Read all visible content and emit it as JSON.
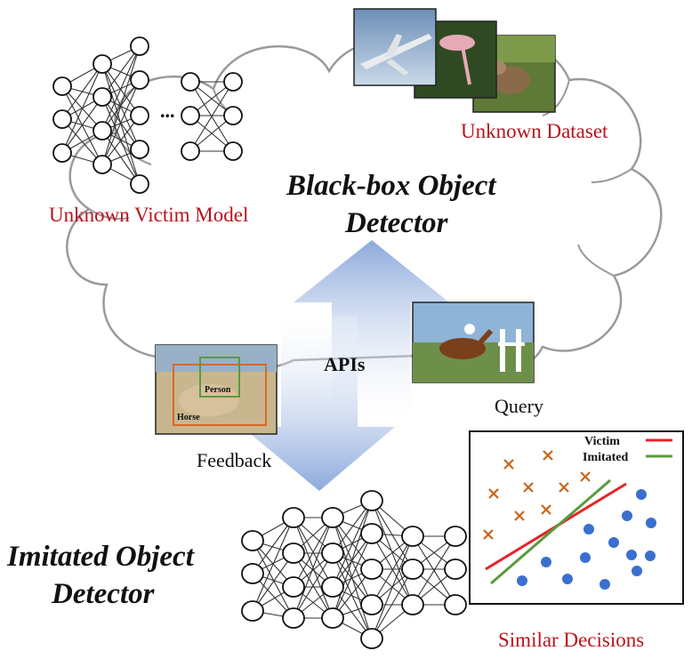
{
  "cloud": {
    "title_line1": "Black-box Object",
    "title_line2": "Detector",
    "victim_model_label": "Unknown Victim Model",
    "dataset_label": "Unknown Dataset",
    "ellipsis": "..."
  },
  "interface": {
    "apis_label": "APIs",
    "query_label": "Query",
    "feedback_label": "Feedback",
    "box_person": "Person",
    "box_horse": "Horse"
  },
  "imitated": {
    "title_line1": "Imitated Object",
    "title_line2": "Detector"
  },
  "decision_plot": {
    "caption": "Similar Decisions",
    "legend": [
      {
        "name": "Victim",
        "color": "#e8232a"
      },
      {
        "name": "Imitated",
        "color": "#5a9a3c"
      }
    ],
    "cross_color": "#c8651b",
    "dot_color": "#3a6fd0"
  },
  "colors": {
    "accent_red": "#b8141b",
    "arrow_blue": "#8fa9d9",
    "cloud_stroke": "#9a9a9a"
  }
}
